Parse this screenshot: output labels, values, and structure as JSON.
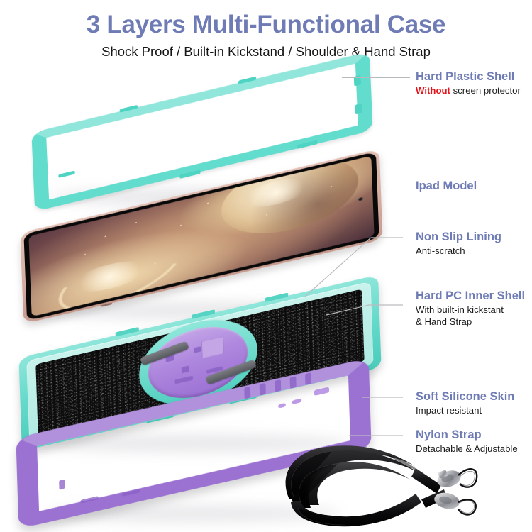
{
  "header": {
    "title": "3 Layers Multi-Functional Case",
    "subtitle": "Shock Proof / Built-in Kickstand / Shoulder & Hand Strap"
  },
  "colors": {
    "heading_blue": "#6E7BB5",
    "warning_red": "#E8121A",
    "teal_shell": "#62DCCD",
    "teal_inner_light": "#C9F2EC",
    "purple_silicone": "#9B72D2",
    "purple_kickstand": "#AE87DE",
    "foam_black": "#0D0D0D",
    "ipad_body_rosegold": "#D7ADA1",
    "leader_line_gray": "#BCBCC0",
    "body_text": "#1A1A1A"
  },
  "callouts": [
    {
      "id": "hard-plastic-shell",
      "title": "Hard Plastic Shell",
      "sub_prefix": "Without",
      "sub_prefix_style": "warning",
      "sub_rest": " screen protector"
    },
    {
      "id": "ipad-model",
      "title": "Ipad Model",
      "sub": ""
    },
    {
      "id": "non-slip-lining",
      "title": "Non Slip Lining",
      "sub": "Anti-scratch"
    },
    {
      "id": "hard-pc-inner-shell",
      "title": "Hard PC Inner Shell",
      "sub_line1": "With built-in kickstant",
      "sub_line2": "& Hand Strap"
    },
    {
      "id": "soft-silicone-skin",
      "title": "Soft Silicone Skin",
      "sub": "Impact resistant"
    },
    {
      "id": "nylon-strap",
      "title": "Nylon Strap",
      "sub": "Detachable & Adjustable"
    }
  ],
  "parts": {
    "top_shell": "hard-plastic-shell-frame",
    "tablet": "ipad-device",
    "inner_shell": "hard-pc-inner-shell-tray",
    "lining": "non-slip-foam-lining",
    "kickstand": "rotating-kickstand-disc",
    "silicone": "soft-silicone-skin-frame",
    "strap": "nylon-shoulder-strap"
  }
}
